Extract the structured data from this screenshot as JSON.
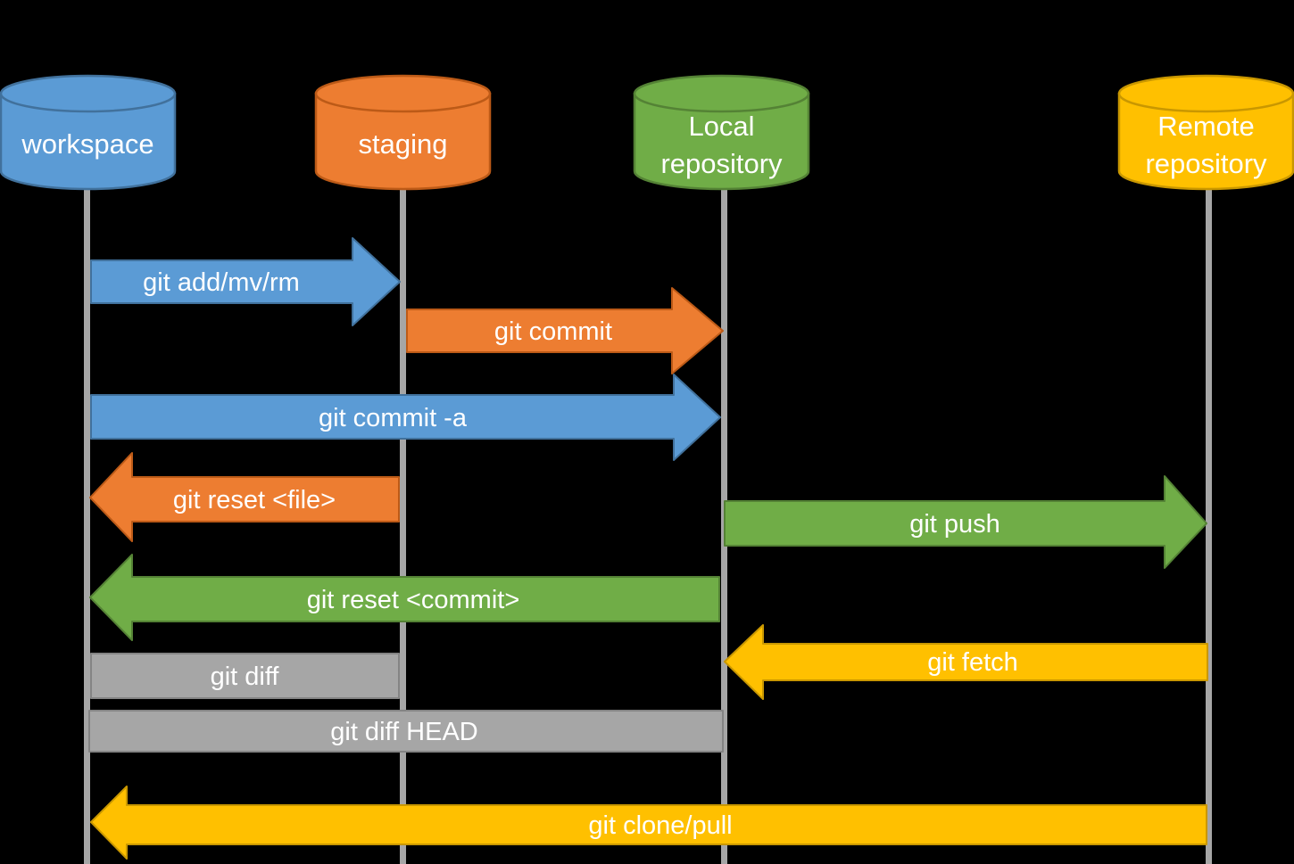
{
  "diagram": {
    "type": "git-workflow-sequence",
    "background": "#000000"
  },
  "colors": {
    "blue": "#5B9BD5",
    "orange": "#ED7D31",
    "green": "#70AD47",
    "yellow": "#FFC000",
    "gray": "#A6A6A6",
    "lifeline_gray": "#A6A6A6",
    "label_text": "#FFFFFF"
  },
  "nodes": {
    "workspace": {
      "label": "workspace"
    },
    "staging": {
      "label": "staging"
    },
    "local": {
      "label_line1": "Local",
      "label_line2": "repository"
    },
    "remote": {
      "label_line1": "Remote",
      "label_line2": "repository"
    }
  },
  "commands": {
    "add": {
      "label": "git add/mv/rm",
      "from": "workspace",
      "to": "staging"
    },
    "commit": {
      "label": "git commit",
      "from": "staging",
      "to": "local"
    },
    "commit_a": {
      "label": "git commit -a",
      "from": "workspace",
      "to": "local"
    },
    "reset_file": {
      "label": "git reset <file>",
      "from": "staging",
      "to": "workspace"
    },
    "push": {
      "label": "git push",
      "from": "local",
      "to": "remote"
    },
    "reset_commit": {
      "label": "git reset <commit>",
      "from": "local",
      "to": "workspace"
    },
    "fetch": {
      "label": "git fetch",
      "from": "remote",
      "to": "local"
    },
    "diff": {
      "label": "git diff",
      "from": "workspace",
      "to": "staging"
    },
    "diff_head": {
      "label": "git diff HEAD",
      "from": "workspace",
      "to": "local"
    },
    "clone_pull": {
      "label": "git clone/pull",
      "from": "remote",
      "to": "workspace"
    }
  }
}
